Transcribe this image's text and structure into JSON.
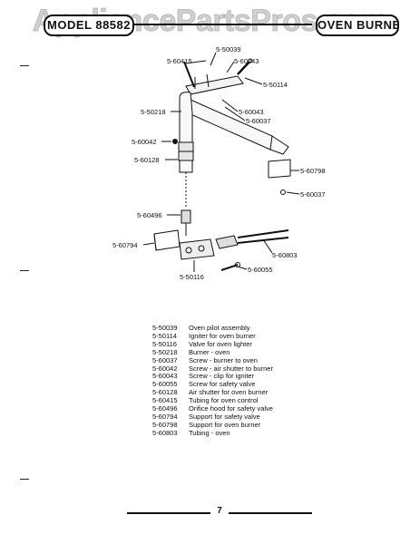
{
  "header": {
    "left_title": "MODEL 88582",
    "right_title": "OVEN BURNER"
  },
  "watermark": "AppliancePartsPros.com",
  "callouts": [
    "5-50039",
    "5-60415",
    "5-60043",
    "5-50114",
    "5-50218",
    "5-60043",
    "5-60037",
    "5-60042",
    "5-60128",
    "5-60798",
    "5-60037",
    "5-60496",
    "5-60794",
    "5-60803",
    "5-60055",
    "5-50116"
  ],
  "parts_list": [
    {
      "number": "5-50039",
      "description": "Oven pilot assembly"
    },
    {
      "number": "5-50114",
      "description": "Igniter for oven burner"
    },
    {
      "number": "5-50116",
      "description": "Valve for oven lighter"
    },
    {
      "number": "5-50218",
      "description": "Burner - oven"
    },
    {
      "number": "5-60037",
      "description": "Screw - burner to oven"
    },
    {
      "number": "5-60042",
      "description": "Screw - air shutter to burner"
    },
    {
      "number": "5-60043",
      "description": "Screw - clip for igniter"
    },
    {
      "number": "5-60055",
      "description": "Screw for safety valve"
    },
    {
      "number": "5-60128",
      "description": "Air shutter for oven burner"
    },
    {
      "number": "5-60415",
      "description": "Tubing for oven control"
    },
    {
      "number": "5-60496",
      "description": "Orifice hood for safety valve"
    },
    {
      "number": "5-60794",
      "description": "Support for safety valve"
    },
    {
      "number": "5-60798",
      "description": "Support for oven burner"
    },
    {
      "number": "5-60803",
      "description": "Tubing - oven"
    }
  ],
  "footer": {
    "page_number": "7"
  }
}
